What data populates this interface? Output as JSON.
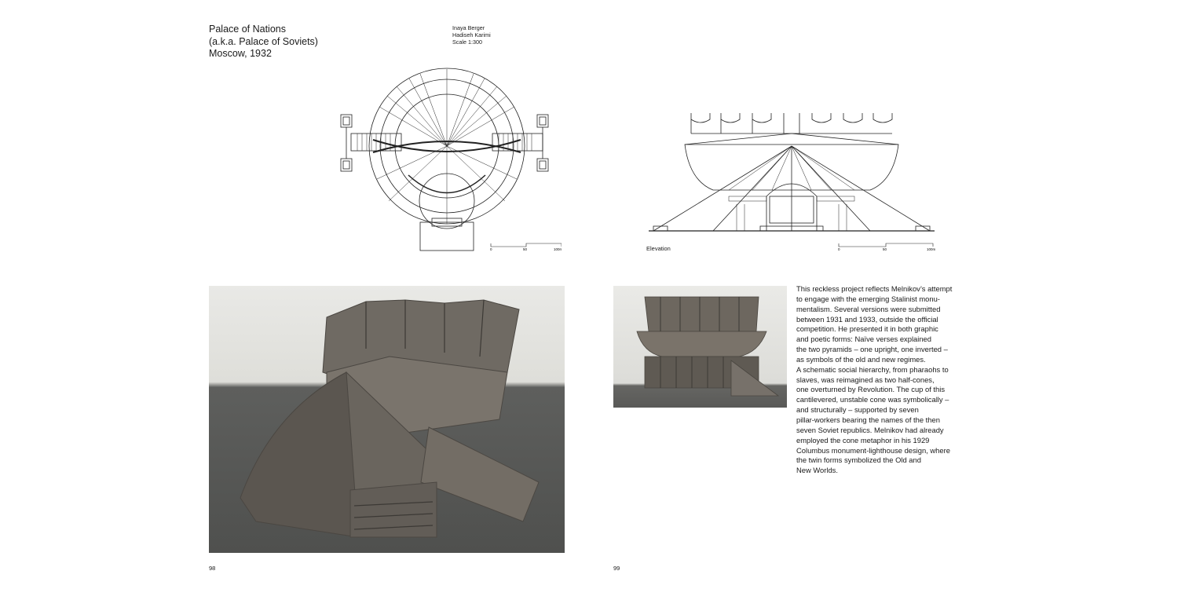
{
  "header": {
    "title_lines": [
      "Palace of Nations",
      "(a.k.a. Palace of Soviets)",
      "Moscow, 1932"
    ],
    "credits": [
      "Inaya Berger",
      "Hadiseh Karimi",
      "Scale 1:300"
    ]
  },
  "drawings": {
    "plan_scale": [
      "0",
      "50",
      "100m"
    ],
    "elevation_label": "Elevation",
    "elevation_scale": [
      "0",
      "50",
      "100m"
    ]
  },
  "body_text": [
    "This reckless project reflects Melnikov’s attempt",
    "to engage with the emerging Stalinist monu-",
    "mentalism. Several versions were submitted",
    "between 1931 and 1933, outside the official",
    "competition. He presented it in both graphic",
    "and poetic forms: Naïve verses explained",
    "the two pyramids – one upright, one inverted –",
    "as symbols of the old and new regimes.",
    "A schematic social hierarchy, from pharaohs to",
    "slaves, was reimagined as two half-cones,",
    "one overturned by Revolution. The cup of this",
    "cantilevered, unstable cone was symbolically –",
    "and structurally – supported by seven",
    "pillar-workers bearing the names of the then",
    "seven Soviet republics. Melnikov had already",
    "employed the cone metaphor in his 1929",
    "Columbus monument-lighthouse design, where",
    "the twin forms symbolized the Old and",
    "New Worlds."
  ],
  "page_numbers": {
    "left": "98",
    "right": "99"
  }
}
